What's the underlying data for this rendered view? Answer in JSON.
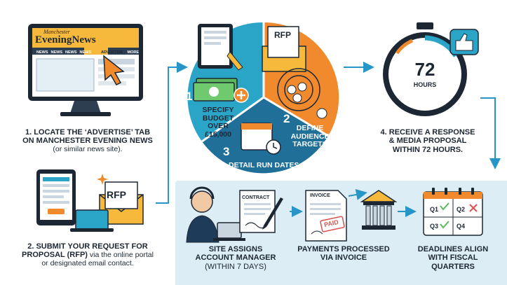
{
  "step1": {
    "logo_top": "Manchester",
    "logo_bottom": "EveningNews",
    "nav_items": [
      "NEWS",
      "NEWS",
      "NEWS",
      "NEWS"
    ],
    "nav_advertise": "ADVERTISE",
    "nav_more": "MORE",
    "caption_line1": "1. LOCATE THE ‘ADVERTISE’ TAB",
    "caption_line2": "ON MANCHESTER EVENING NEWS",
    "caption_line3": "(or similar news site)."
  },
  "step2": {
    "rfp_label": "RFP",
    "caption_line1": "2. SUBMIT YOUR REQUEST FOR",
    "caption_line2_bold": "PROPOSAL (RFP)",
    "caption_line2_rest": " via the online portal",
    "caption_line3": "or designated email contact."
  },
  "wheel": {
    "rfp_label": "RFP",
    "seg1_number": "1",
    "seg1_line1": "SPECIFY BUDGET",
    "seg1_line2": "OVER",
    "seg1_line3": "£15,000",
    "seg2_number": "2",
    "seg2_line1": "DEFINE",
    "seg2_line2": "AUDIENCE",
    "seg2_line3": "TARGETS",
    "seg3_number": "3",
    "seg3_line1": "DETAIL RUN DATES",
    "colors": {
      "seg1": "#2aa5c7",
      "seg2": "#f08a2c",
      "seg3": "#1f6f99"
    }
  },
  "step4": {
    "timer_number": "72",
    "timer_unit": "HOURS",
    "caption_line1": "4. RECEIVE A RESPONSE",
    "caption_line2": "& MEDIA PROPOSAL",
    "caption_line3": "WITHIN 72 HOURS."
  },
  "stages": {
    "assign_line1": "SITE ASSIGNS",
    "assign_line2": "ACCOUNT MANAGER",
    "assign_line3": "(WITHIN 7 DAYS)",
    "contract_label": "CONTRACT",
    "invoice_label": "INVOICE",
    "paid_stamp": "PAID",
    "payment_line1": "PAYMENTS PROCESSED",
    "payment_line2": "VIA INVOICE",
    "quarters": [
      "Q1",
      "Q2",
      "Q3",
      "Q4"
    ],
    "deadline_line1": "DEADLINES ALIGN",
    "deadline_line2": "WITH FISCAL",
    "deadline_line3": "QUARTERS"
  },
  "colors": {
    "ink": "#1d2733",
    "teal": "#2aa5c7",
    "orange": "#f08a2c",
    "navy": "#1f6f99",
    "panel": "#dcedf6",
    "arrow": "#2796c7"
  }
}
